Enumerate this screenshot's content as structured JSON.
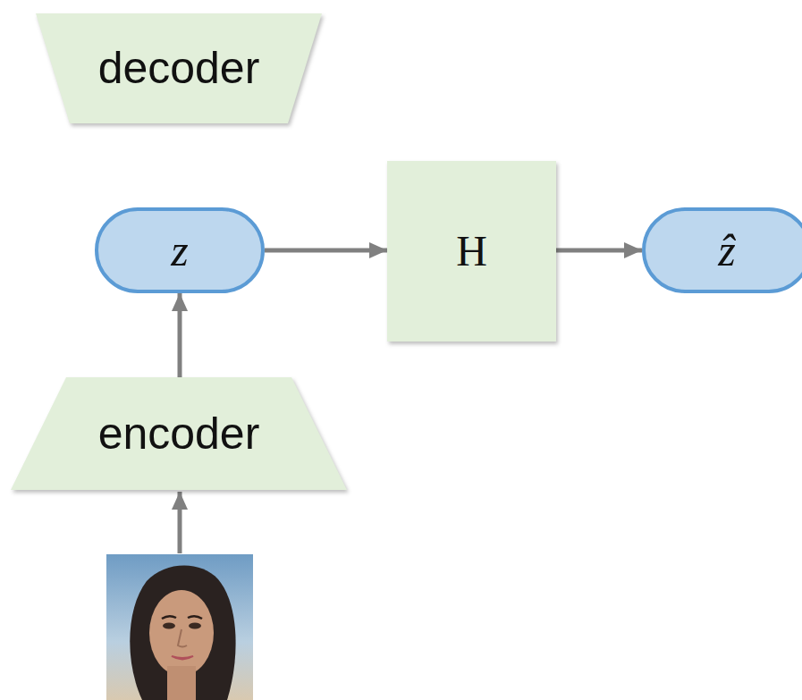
{
  "diagram": {
    "nodes": [
      {
        "text": [
          "decoder"
        ]
      },
      {
        "text": [
          "z"
        ]
      },
      {
        "text": [
          "H"
        ]
      },
      {
        "text": [
          "ẑ"
        ]
      },
      {
        "text": [
          "encoder"
        ]
      }
    ],
    "edges": [
      {
        "from": 4,
        "to": 1,
        "arrow": "to"
      },
      {
        "from": 1,
        "to": 2,
        "arrow": "to"
      },
      {
        "from": 2,
        "to": 3,
        "arrow": "to"
      }
    ]
  }
}
